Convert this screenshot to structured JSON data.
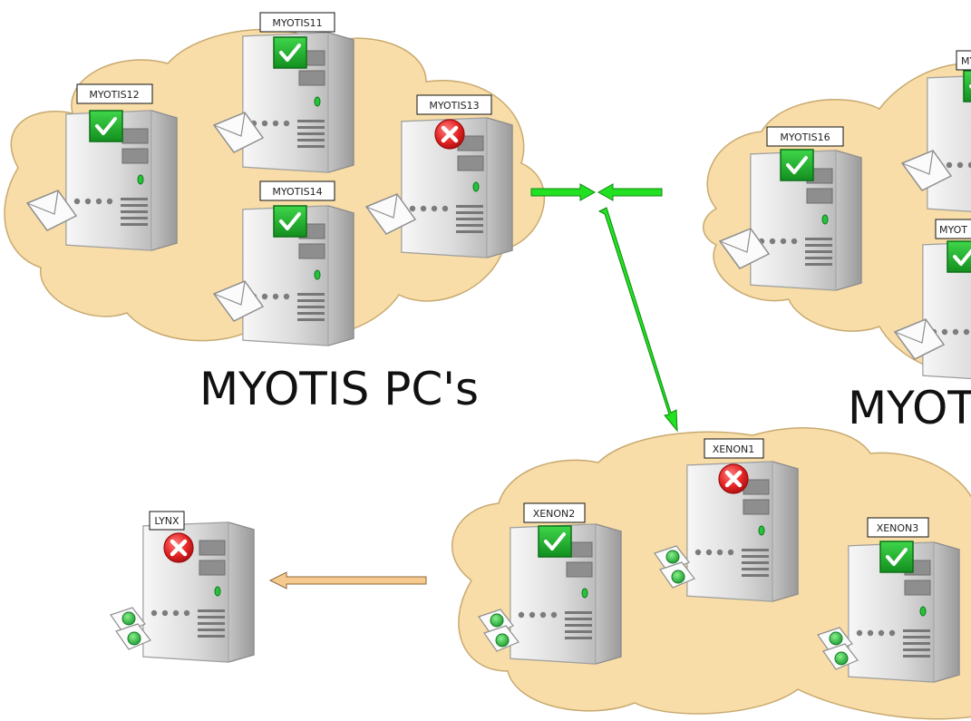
{
  "groups": [
    {
      "title": "MYOTIS PC's"
    },
    {
      "title": "MYOT"
    }
  ],
  "hosts": [
    {
      "label": "MYOTIS11",
      "status": "ok",
      "mail": "envelope"
    },
    {
      "label": "MYOTIS12",
      "status": "ok",
      "mail": "envelope"
    },
    {
      "label": "MYOTIS13",
      "status": "error",
      "mail": "envelope"
    },
    {
      "label": "MYOTIS14",
      "status": "ok",
      "mail": "envelope"
    },
    {
      "label": "MYOTIS16",
      "status": "ok",
      "mail": "envelope"
    },
    {
      "label": "MY",
      "status": "ok",
      "mail": "envelope"
    },
    {
      "label": "MYOT",
      "status": "ok",
      "mail": "envelope"
    },
    {
      "label": "XENON1",
      "status": "error",
      "mail": "green-envelopes"
    },
    {
      "label": "XENON2",
      "status": "ok",
      "mail": "green-envelopes"
    },
    {
      "label": "XENON3",
      "status": "ok",
      "mail": "green-envelopes"
    },
    {
      "label": "LYNX",
      "status": "error",
      "mail": "green-envelopes"
    }
  ],
  "icons": {
    "ok": "check-icon",
    "error": "error-x-icon",
    "mail": "envelope-icon",
    "server": "server-tower-icon"
  },
  "colors": {
    "cloud_fill": "#f8dda8",
    "cloud_stroke": "#c8aa70",
    "connector_green": "#22e022",
    "connector_orange": "#f6c98f",
    "status_ok": "#1aa82a",
    "status_error": "#e02020"
  }
}
